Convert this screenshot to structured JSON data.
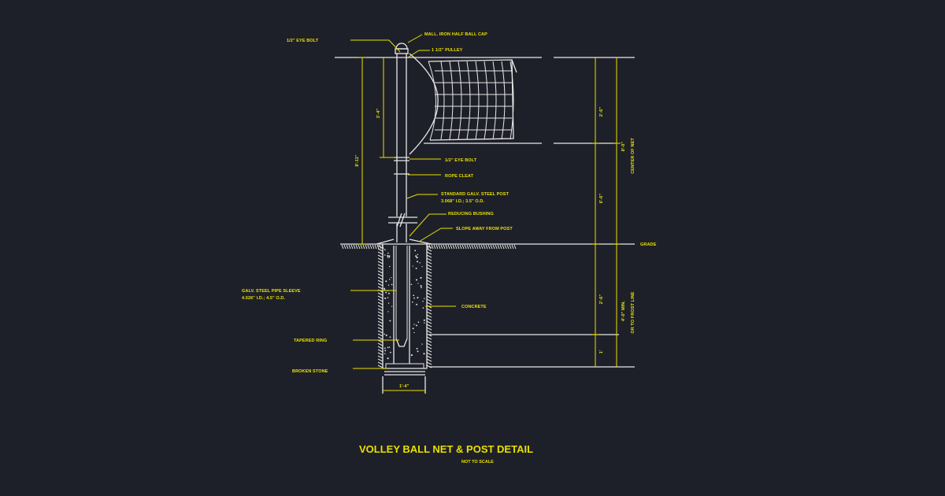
{
  "title": "VOLLEY BALL NET & POST DETAIL",
  "subtitle": "NOT TO SCALE",
  "labels": {
    "eye_bolt_top": "1/2\" EYE BOLT",
    "ball_cap": "MALL. IRON HALF BALL CAP",
    "pulley": "1 1/2\" PULLEY",
    "eye_bolt_mid": "1/2\" EYE BOLT",
    "rope_cleat": "ROPE CLEAT",
    "post_line1": "STANDARD GALV. STEEL POST",
    "post_line2": "3.068\" I.D.; 3.5\" O.D.",
    "reducing_bushing": "REDUCING BUSHING",
    "slope": "SLOPE AWAY FROM POST",
    "grade": "GRADE",
    "sleeve_line1": "GALV. STEEL PIPE SLEEVE",
    "sleeve_line2": "4.026\" I.D.; 4.5\" O.D.",
    "concrete": "CONCRETE",
    "tapered_ring": "TAPERED RING",
    "broken_stone": "BROKEN STONE"
  },
  "dimensions": {
    "post_height": "8'-11\"",
    "net_drop": "3'-4\"",
    "net_height": "2'-6\"",
    "upper_to_grade": "6'-6\"",
    "center_total": "8'-0\"",
    "center_label": "CENTER OF NET",
    "below_grade": "2'-6\"",
    "bottom": "1'",
    "footing_total": "4'-0\" MIN.",
    "footing_label": "OR TO FROST LINE",
    "footing_width": "1'-4\""
  }
}
